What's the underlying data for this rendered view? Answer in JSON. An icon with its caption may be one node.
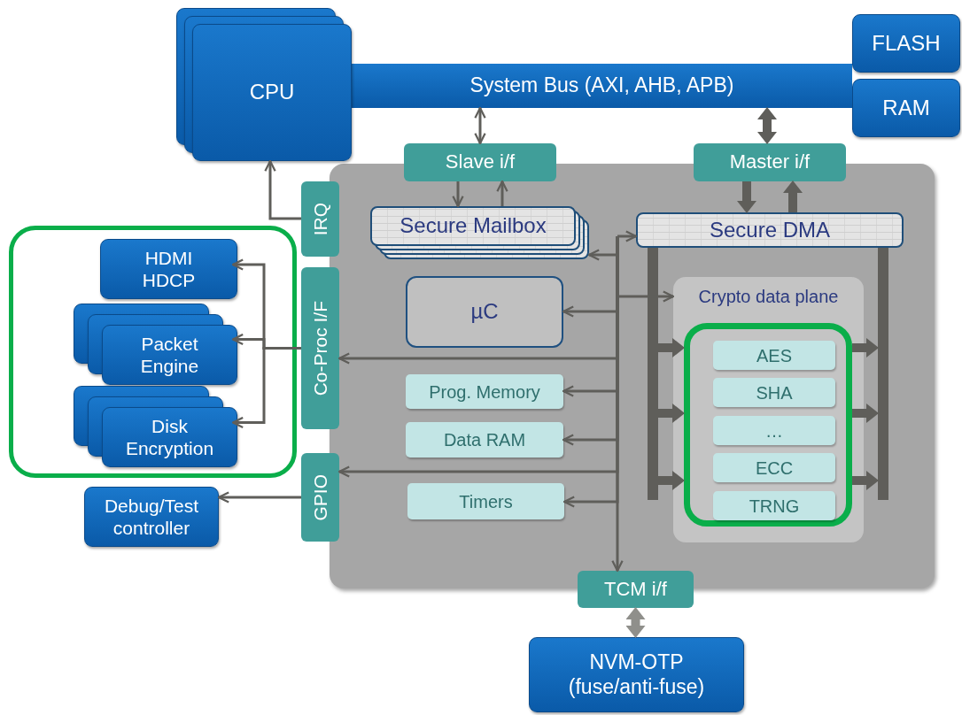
{
  "diagram": {
    "nodes": [
      {
        "text": [
          "CPU"
        ]
      },
      {
        "text": [
          "System Bus (AXI, AHB, APB)"
        ]
      },
      {
        "text": [
          "FLASH"
        ]
      },
      {
        "text": [
          "RAM"
        ]
      },
      {
        "text": [],
        "shape": "box"
      },
      {
        "text": [
          "Slave i/f"
        ]
      },
      {
        "text": [
          "Master i/f"
        ]
      },
      {
        "text": [
          "IRQ"
        ]
      },
      {
        "text": [
          "Co-Proc I/F"
        ]
      },
      {
        "text": [
          "GPIO"
        ]
      },
      {
        "text": [
          "Secure Mailbox"
        ],
        "in": 4
      },
      {
        "text": [
          "Secure DMA"
        ],
        "in": 4
      },
      {
        "text": [
          "µC"
        ],
        "in": 4
      },
      {
        "text": [
          "Prog. Memory"
        ],
        "in": 4
      },
      {
        "text": [
          "Data RAM"
        ],
        "in": 4
      },
      {
        "text": [
          "Timers"
        ],
        "in": 4
      },
      {
        "text": [
          "Crypto data plane"
        ],
        "in": 4
      },
      {
        "text": [],
        "shape": "box",
        "in": 16
      },
      {
        "text": [
          "AES"
        ],
        "in": 17
      },
      {
        "text": [
          "SHA"
        ],
        "in": 17
      },
      {
        "text": [
          "…"
        ],
        "in": 17
      },
      {
        "text": [
          "ECC"
        ],
        "in": 17
      },
      {
        "text": [
          "TRNG"
        ],
        "in": 17
      },
      {
        "text": [
          "TCM i/f"
        ]
      },
      {
        "text": [
          "NVM-OTP (fuse/anti-fuse)"
        ]
      },
      {
        "text": [],
        "shape": "box"
      },
      {
        "text": [
          "HDMI HDCP"
        ],
        "in": 25
      },
      {
        "text": [
          "Packet Engine"
        ],
        "in": 25
      },
      {
        "text": [
          "Disk Encryption"
        ],
        "in": 25
      },
      {
        "text": [
          "Debug/Test controller"
        ]
      },
      {
        "text": [],
        "shape": "bar",
        "in": 4
      },
      {
        "text": [],
        "shape": "bar",
        "in": 4
      }
    ],
    "edges": [
      {
        "from": 1,
        "to": 5,
        "arrow": "both"
      },
      {
        "from": 1,
        "to": 6,
        "arrow": "both",
        "style": "thick"
      },
      {
        "from": 5,
        "to": 10,
        "arrow": "to"
      },
      {
        "from": 10,
        "to": 5,
        "arrow": "to"
      },
      {
        "from": 6,
        "to": 11,
        "arrow": "to",
        "style": "thick"
      },
      {
        "from": 11,
        "to": 6,
        "arrow": "to",
        "style": "thick"
      },
      {
        "from": 7,
        "to": 0,
        "arrow": "to"
      },
      {
        "from": 8,
        "to": 26,
        "arrow": "to"
      },
      {
        "from": 8,
        "to": 27,
        "arrow": "to"
      },
      {
        "from": 8,
        "to": 28,
        "arrow": "to"
      },
      {
        "from": 9,
        "to": 29,
        "arrow": "to"
      },
      {
        "from": null,
        "to": 11,
        "arrow": "to"
      },
      {
        "from": null,
        "to": 10,
        "arrow": "to"
      },
      {
        "from": null,
        "to": 16,
        "arrow": "to"
      },
      {
        "from": null,
        "to": 12,
        "arrow": "to"
      },
      {
        "from": null,
        "to": 8,
        "arrow": "to"
      },
      {
        "from": null,
        "to": 13,
        "arrow": "to"
      },
      {
        "from": null,
        "to": 14,
        "arrow": "to"
      },
      {
        "from": null,
        "to": 9,
        "arrow": "to"
      },
      {
        "from": null,
        "to": 15,
        "arrow": "to"
      },
      {
        "from": null,
        "to": 23,
        "arrow": "to"
      },
      {
        "from": 30,
        "to": 17,
        "arrow": "to",
        "style": "thick"
      },
      {
        "from": 30,
        "to": 17,
        "arrow": "to",
        "style": "thick"
      },
      {
        "from": 30,
        "to": 17,
        "arrow": "to",
        "style": "thick"
      },
      {
        "from": 17,
        "to": 31,
        "arrow": "to",
        "style": "thick"
      },
      {
        "from": 17,
        "to": 31,
        "arrow": "to",
        "style": "thick"
      },
      {
        "from": 17,
        "to": 31,
        "arrow": "to",
        "style": "thick"
      },
      {
        "from": 23,
        "to": 24,
        "arrow": "both",
        "style": "thick",
        "color": "#8f8f8b"
      }
    ]
  }
}
